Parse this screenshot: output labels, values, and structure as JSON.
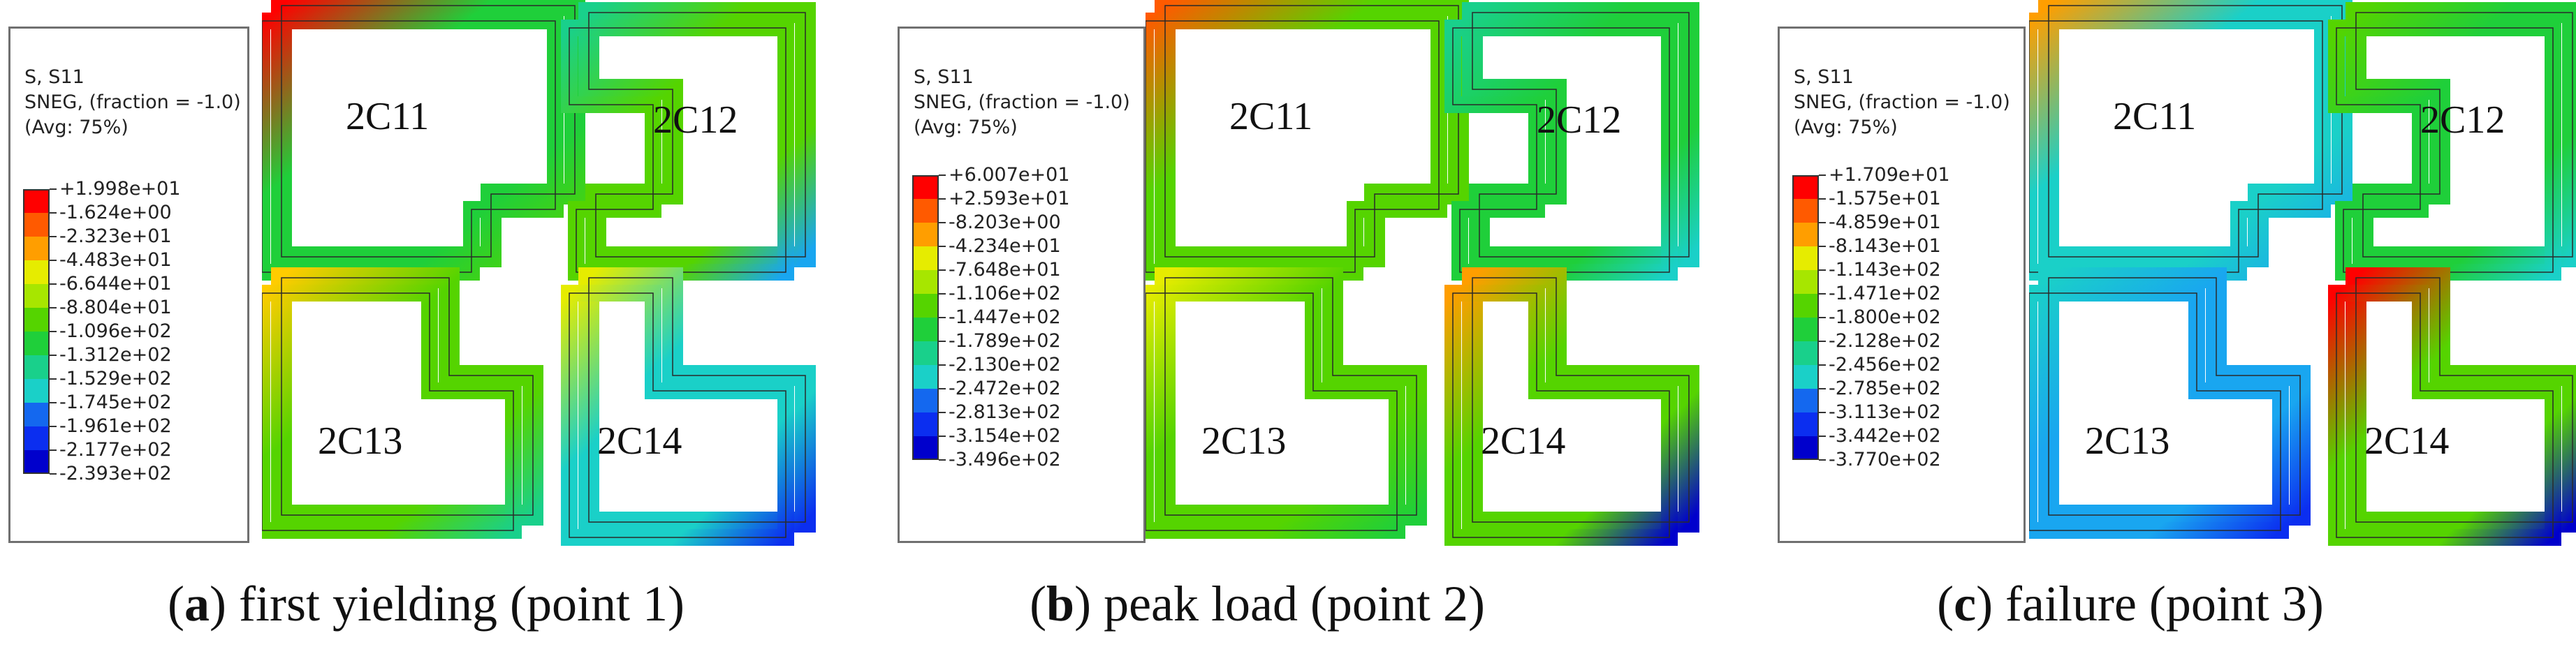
{
  "colors": [
    "#ff0000",
    "#ff5a00",
    "#ff9e00",
    "#ffcc00",
    "#e6ec00",
    "#a7e600",
    "#55d400",
    "#1fcf3a",
    "#19d08b",
    "#1ad0c8",
    "#19a6f0",
    "#1468ef",
    "#0b2ef0",
    "#0000cc"
  ],
  "legend_header": {
    "line1": "S, S11",
    "line2": "SNEG, (fraction = -1.0)",
    "line3": "(Avg: 75%)"
  },
  "member_labels": [
    "2C11",
    "2C12",
    "2C13",
    "2C14"
  ],
  "panels": [
    {
      "caption_letter": "a",
      "caption_text": " first yielding (point 1)",
      "values": [
        "+1.998e+01",
        "-1.624e+00",
        "-2.323e+01",
        "-4.483e+01",
        "-6.644e+01",
        "-8.804e+01",
        "-1.096e+02",
        "-1.312e+02",
        "-1.529e+02",
        "-1.745e+02",
        "-1.961e+02",
        "-2.177e+02",
        "-2.393e+02"
      ]
    },
    {
      "caption_letter": "b",
      "caption_text": " peak load (point 2)",
      "values": [
        "+6.007e+01",
        "+2.593e+01",
        "-8.203e+00",
        "-4.234e+01",
        "-7.648e+01",
        "-1.106e+02",
        "-1.447e+02",
        "-1.789e+02",
        "-2.130e+02",
        "-2.472e+02",
        "-2.813e+02",
        "-3.154e+02",
        "-3.496e+02"
      ]
    },
    {
      "caption_letter": "c",
      "caption_text": " failure (point 3)",
      "values": [
        "+1.709e+01",
        "-1.575e+01",
        "-4.859e+01",
        "-8.143e+01",
        "-1.143e+02",
        "-1.471e+02",
        "-1.800e+02",
        "-2.128e+02",
        "-2.456e+02",
        "-2.785e+02",
        "-3.113e+02",
        "-3.442e+02",
        "-3.770e+02"
      ]
    }
  ]
}
